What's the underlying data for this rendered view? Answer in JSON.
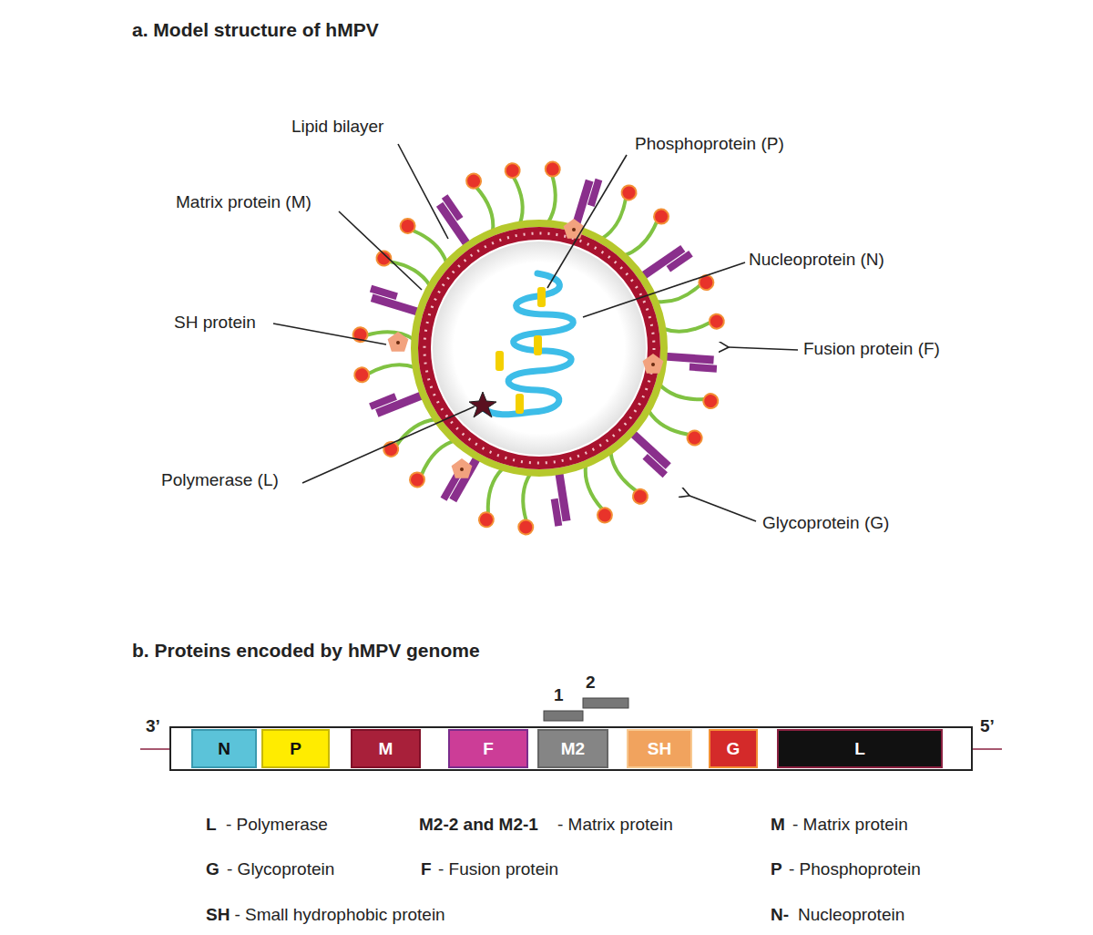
{
  "diagram": {
    "nodes": [
      {
        "text": [
          "N"
        ]
      },
      {
        "text": [
          "P"
        ]
      },
      {
        "text": [
          "M"
        ]
      },
      {
        "text": [
          "F"
        ]
      },
      {
        "text": [
          "M2"
        ]
      },
      {
        "text": [
          "SH"
        ]
      },
      {
        "text": [
          "G"
        ]
      },
      {
        "text": [
          "L"
        ]
      }
    ],
    "labels": [
      "a. Model structure of hMPV",
      "Lipid bilayer",
      "Matrix protein (M)",
      "SH protein",
      "Polymerase (L)",
      "Phosphoprotein (P)",
      "Nucleoprotein (N)",
      "Fusion protein (F)",
      "Glycoprotein (G)",
      "b. Proteins encoded by hMPV genome",
      "1",
      "2",
      "3’",
      "5’",
      "L",
      "- Polymerase",
      "M2-2 and M2-1",
      "- Matrix protein",
      "M",
      "- Matrix protein",
      "G",
      "- Glycoprotein",
      "F",
      "- Fusion protein",
      "P",
      "- Phosphoprotein",
      "SH",
      "- Small hydrophobic protein",
      "N-",
      "Nucleoprotein"
    ]
  }
}
